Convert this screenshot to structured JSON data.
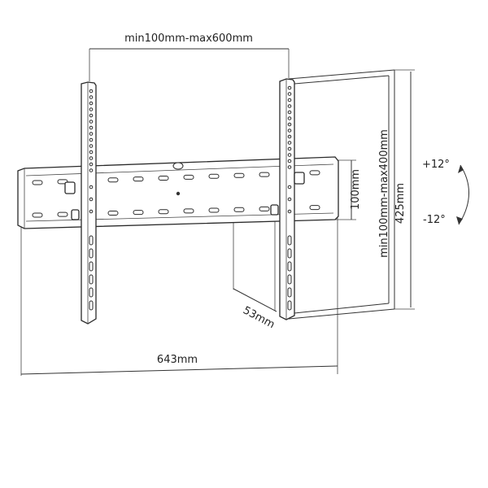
{
  "dimensions": {
    "horizontal_vesa": "min100mm-max600mm",
    "vertical_vesa": "min100mm-max400mm",
    "wall_plate_height": "100mm",
    "arm_height": "425mm",
    "depth": "53mm",
    "overall_width": "643mm"
  },
  "tilt": {
    "up": "+12°",
    "down": "-12°"
  },
  "colors": {
    "line": "#333333",
    "background": "#ffffff"
  }
}
